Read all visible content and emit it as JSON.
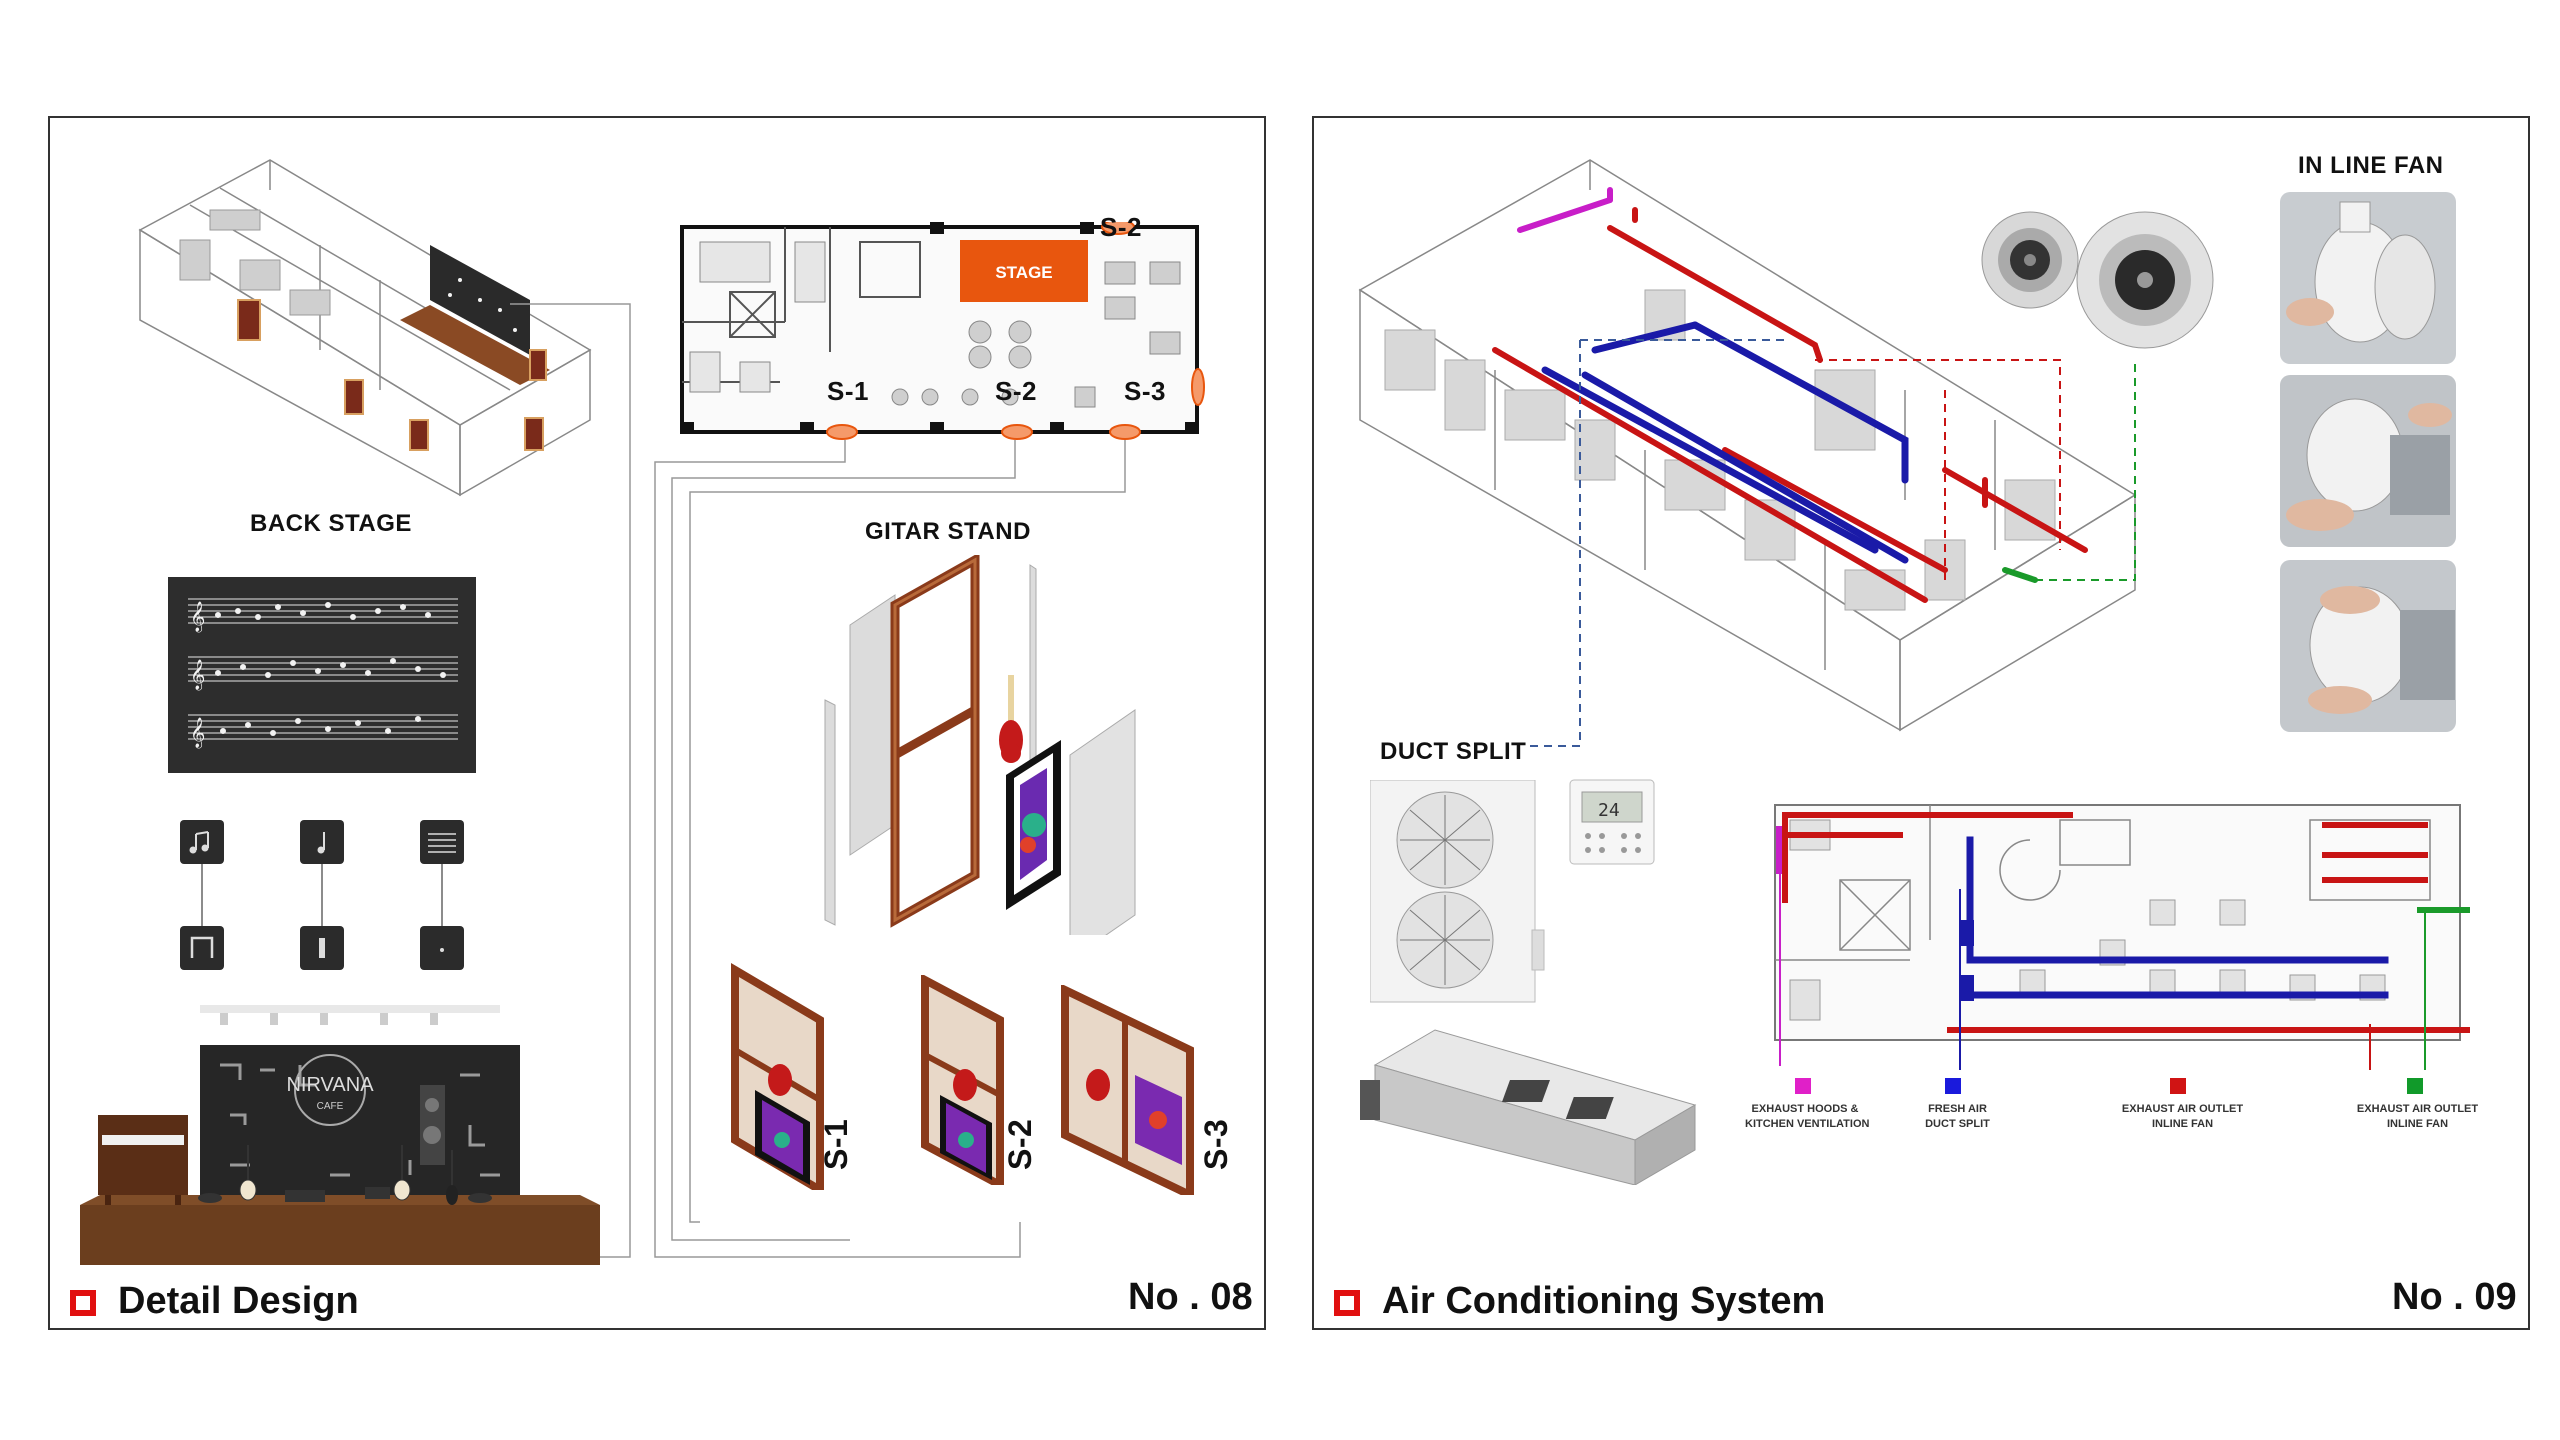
{
  "left_sheet": {
    "title": "Detail Design",
    "number": "No . 08",
    "labels": {
      "back_stage": "BACK STAGE",
      "gitar_stand": "GITAR STAND",
      "stage": "STAGE",
      "s1": "S-1",
      "s2": "S-2",
      "s3": "S-3"
    },
    "stage_sign": {
      "line1": "NIRVANA",
      "line2": "CAFE"
    }
  },
  "right_sheet": {
    "title": "Air Conditioning System",
    "number": "No . 09",
    "labels": {
      "in_line_fan": "IN LINE  FAN",
      "duct_split": "DUCT SPLIT",
      "thermostat_display": "24"
    },
    "legend": [
      {
        "line1": "EXHAUST HOODS &",
        "line2": "KITCHEN VENTILATION",
        "color": "#e020c8"
      },
      {
        "line1": "FRESH AIR",
        "line2": "DUCT SPLIT",
        "color": "#1a1adc"
      },
      {
        "line1": "EXHAUST AIR OUTLET",
        "line2": "INLINE FAN",
        "color": "#d01414"
      },
      {
        "line1": "EXHAUST AIR OUTLET",
        "line2": "INLINE FAN",
        "color": "#119a2a"
      }
    ]
  },
  "colors": {
    "accent_red": "#e10f0f",
    "stage_orange": "#e8560e",
    "duct_red": "#c81414",
    "duct_blue": "#1a1aa8",
    "duct_magenta": "#c81ec8",
    "duct_green": "#1a9a2a",
    "wood": "#8a4a24"
  },
  "icons": [
    "music-note-icon",
    "music-note-icon",
    "staff-lines-icon",
    "bracket-icon",
    "bar-icon",
    "dot-icon"
  ]
}
